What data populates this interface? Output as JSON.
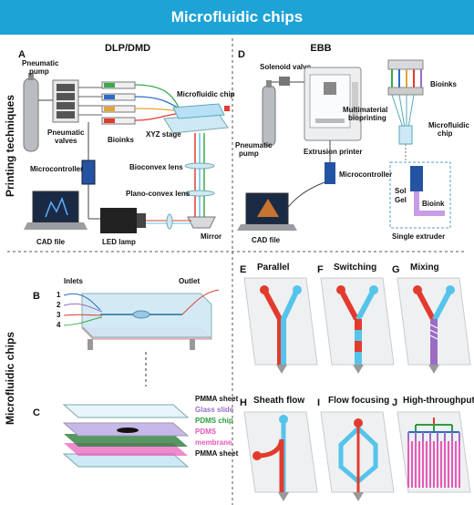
{
  "title": "Microfluidic chips",
  "side_labels": {
    "top": "Printing techniques",
    "bottom": "Microfluidic chips"
  },
  "section_titles": {
    "dlp": "DLP/DMD",
    "ebb": "EBB"
  },
  "panels": {
    "A": "A",
    "B": "B",
    "C": "C",
    "D": "D",
    "E": "E",
    "F": "F",
    "G": "G",
    "H": "H",
    "I": "I",
    "J": "J"
  },
  "panel_A": {
    "pneumatic_pump": [
      "Pneumatic",
      "pump"
    ],
    "pneumatic_valves": [
      "Pneumatic",
      "valves"
    ],
    "bioinks": "Bioinks",
    "microfluidic_chip": "Microfluidic chip",
    "xyz_stage": "XYZ stage",
    "microcontroller": "Microcontroller",
    "bioconvex_lens": "Bioconvex lens",
    "plano_convex_lens": "Plano-convex lens",
    "cad_file": "CAD file",
    "led_lamp": "LED lamp",
    "mirror": "Mirror"
  },
  "panel_D": {
    "solenoid_valve": "Solenoid valve",
    "bioinks": "Bioinks",
    "multimaterial": [
      "Multimaterial",
      "bioprinting"
    ],
    "microfluidic_chip": [
      "Microfluidic",
      "chip"
    ],
    "pneumatic_pump": [
      "Pneumatic",
      "pump"
    ],
    "extrusion_printer": "Extrusion printer",
    "microcontroller": "Microcontroller",
    "sol": "Sol",
    "gel": "Gel",
    "bioink": "Bioink",
    "cad_file": "CAD file",
    "single_extruder": "Single extruder"
  },
  "panel_B": {
    "inlets": "Inlets",
    "outlet": "Outlet",
    "numbers": [
      "1",
      "2",
      "3",
      "4"
    ]
  },
  "panel_C": {
    "layers": [
      "PMMA sheet",
      "Glass slide",
      "PDMS chip",
      "PDMS",
      "membrane",
      "PMMA sheet"
    ]
  },
  "chips": {
    "E": "Parallel",
    "F": "Switching",
    "G": "Mixing",
    "H": "Sheath flow",
    "I": "Flow focusing",
    "J": "High-throughput"
  },
  "colors": {
    "header": "#1da3d6",
    "red": "#e23b2e",
    "blue": "#55c4ea",
    "purple": "#9b6cc4",
    "pink": "#e858b8",
    "green": "#2e9d3c"
  }
}
